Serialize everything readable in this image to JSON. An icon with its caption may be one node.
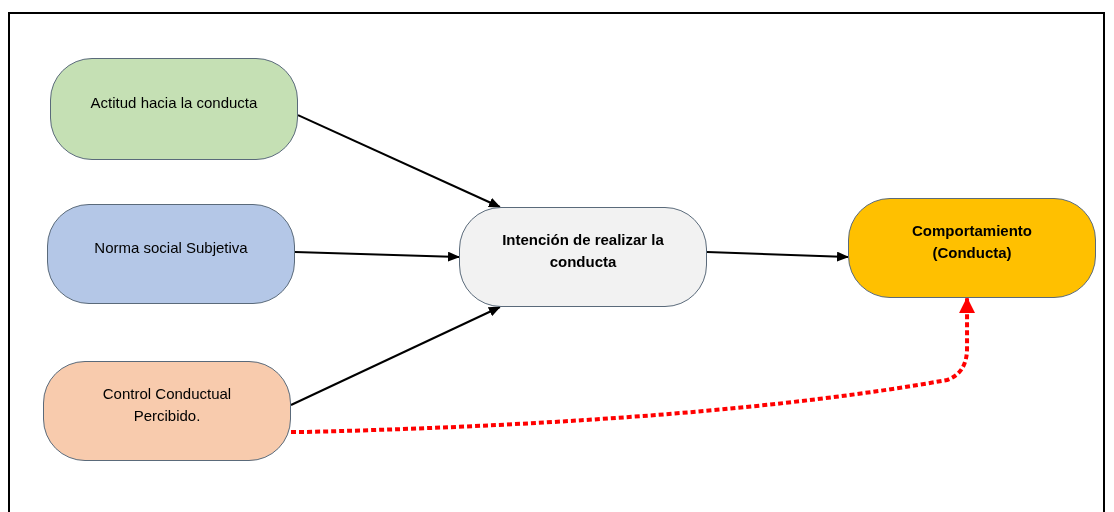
{
  "diagram": {
    "nodes": [
      {
        "text": [
          "Actitud hacia la conducta"
        ]
      },
      {
        "text": [
          "Norma social Subjetiva"
        ]
      },
      {
        "text": [
          "Control Conductual Percibido."
        ]
      },
      {
        "text": [
          "Intención de realizar la conducta"
        ]
      },
      {
        "text": [
          "Comportamiento (Conducta)"
        ]
      }
    ],
    "edges": [
      {
        "from": 0,
        "to": 3,
        "arrow": "to"
      },
      {
        "from": 1,
        "to": 3,
        "arrow": "to"
      },
      {
        "from": 2,
        "to": 3,
        "arrow": "to"
      },
      {
        "from": 3,
        "to": 4,
        "arrow": "to"
      },
      {
        "from": 2,
        "to": 4,
        "arrow": "to",
        "style": "dashed",
        "color": "#ff0000"
      }
    ]
  }
}
